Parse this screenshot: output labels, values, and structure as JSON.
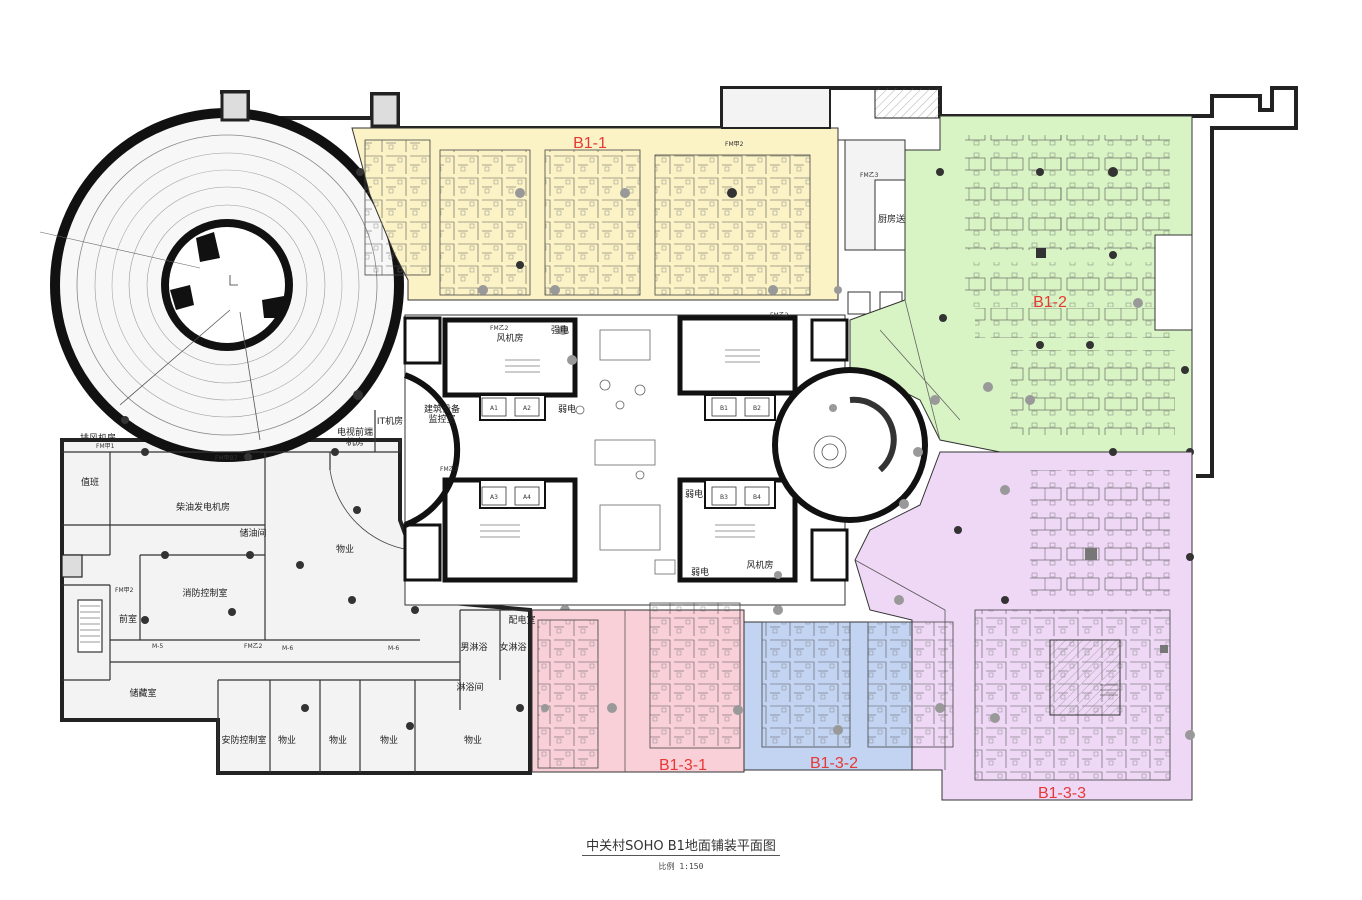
{
  "plan": {
    "zones": [
      {
        "id": "B1-1",
        "label": "B1-1",
        "color": "#fbf2c6"
      },
      {
        "id": "B1-2",
        "label": "B1-2",
        "color": "#d9f4c4"
      },
      {
        "id": "B1-3-1",
        "label": "B1-3-1",
        "color": "#f9cfd8"
      },
      {
        "id": "B1-3-2",
        "label": "B1-3-2",
        "color": "#c3d4f3"
      },
      {
        "id": "B1-3-3",
        "label": "B1-3-3",
        "color": "#efd8f6"
      }
    ],
    "zone_label_color": "#e53935",
    "rooms": {
      "paifeng": "排风机房",
      "zhiban": "值班",
      "chaiyou": "柴油发电机房",
      "chuyoujian": "储油间",
      "wuye_1": "物业",
      "dianshi": "电视前端\n机房",
      "it": "IT机房",
      "jianzhu": "建筑设备\n监控室",
      "xiaofang": "消防控制室",
      "qianshi": "前室",
      "chucang": "储藏室",
      "anfang": "安防控制室",
      "wuye_2": "物业",
      "wuye_3": "物业",
      "wuye_4": "物业",
      "nanlin": "男淋浴",
      "nvlin": "女淋浴",
      "linyu": "淋浴间",
      "peidian": "配电室",
      "fengji_1": "风机房",
      "fengji_2": "风机房",
      "ruodian_1": "弱电",
      "ruodian_2": "弱电",
      "ruodian_3": "弱电",
      "qiangdian": "强电",
      "chufang": "厨房送风机房",
      "a1": "A1",
      "a2": "A2",
      "a3": "A3",
      "a4": "A4",
      "b1": "B1",
      "b2": "B2",
      "b3": "B3",
      "b4": "B4"
    },
    "tags": {
      "fm1": "FM甲1",
      "fm2": "FM乙3",
      "fm3": "FM甲2",
      "fm4": "FM乙2",
      "fm5": "FM甲B7",
      "fm6": "FM乙3",
      "fm7": "FM甲2",
      "m1": "M-6",
      "m2": "M-5",
      "m3": "M-6"
    }
  },
  "title": "中关村SOHO B1地面铺装平面图",
  "scale": "比例 1:150"
}
